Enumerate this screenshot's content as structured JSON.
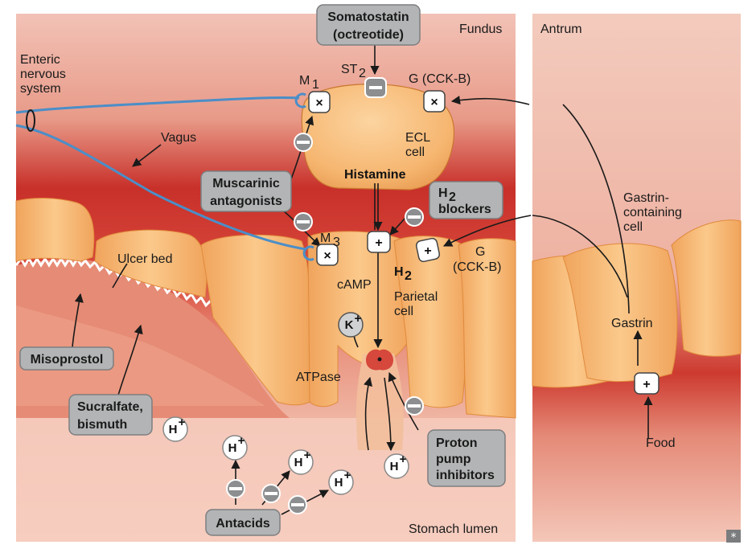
{
  "regions": {
    "fundus": "Fundus",
    "antrum": "Antrum",
    "lumen": "Stomach lumen"
  },
  "neural": {
    "enteric_line1": "Enteric",
    "enteric_line2": "nervous",
    "enteric_line3": "system",
    "vagus": "Vagus"
  },
  "receptors": {
    "m1": "M",
    "m1_sub": "1",
    "m3": "M",
    "m3_sub": "3",
    "st2": "ST",
    "st2_sub": "2",
    "g_cckb_top": "G (CCK-B)",
    "g_cckb_mid_line1": "G",
    "g_cckb_mid_line2": "(CCK-B)",
    "h2": "H",
    "h2_sub": "2"
  },
  "cells": {
    "ecl_line1": "ECL",
    "ecl_line2": "cell",
    "histamine": "Histamine",
    "parietal_line1": "Parietal",
    "parietal_line2": "cell",
    "camp": "cAMP",
    "atpase": "ATPase",
    "ulcer_bed": "Ulcer bed",
    "gastrin_cell_line1": "Gastrin-",
    "gastrin_cell_line2": "containing",
    "gastrin_cell_line3": "cell",
    "gastrin": "Gastrin",
    "food": "Food"
  },
  "drugs": {
    "somatostatin_line1": "Somatostatin",
    "somatostatin_line2": "(octreotide)",
    "muscarinic_line1": "Muscarinic",
    "muscarinic_line2": "antagonists",
    "h2_blockers_line1": "H",
    "h2_blockers_sub": "2",
    "h2_blockers_line2": "blockers",
    "misoprostol": "Misoprostol",
    "sucralfate_line1": "Sucralfate,",
    "sucralfate_line2": "bismuth",
    "ppi_line1": "Proton",
    "ppi_line2": "pump",
    "ppi_line3": "inhibitors",
    "antacids": "Antacids"
  },
  "ions": {
    "h_plus": "H",
    "plus_sup": "+",
    "k_plus": "K"
  },
  "symbols": {
    "stimulate": "+",
    "inhibit": "–",
    "receptor": "×"
  }
}
